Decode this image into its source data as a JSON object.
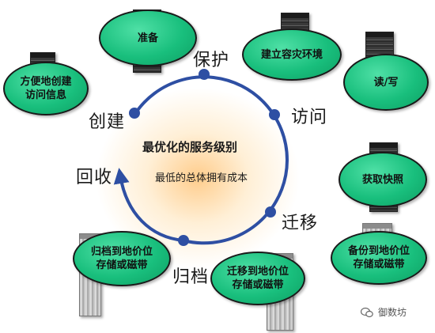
{
  "cycle_nodes": {
    "protect": "保护",
    "access": "访问",
    "migrate": "迁移",
    "archive": "归档",
    "reclaim": "回收",
    "create": "创建"
  },
  "center": {
    "title": "最优化的服务级别",
    "subtitle": "最低的总体拥有成本"
  },
  "bubbles": {
    "prepare": "准备",
    "build_dr": "建立容灾环境",
    "read_write": "读/写",
    "snapshot": "获取快照",
    "backup_tape": [
      "备份到地价位",
      "存储或磁带"
    ],
    "migrate_tape": [
      "迁移到地价位",
      "存储或磁带"
    ],
    "archive_tape": [
      "归档到地价位",
      "存储或磁带"
    ],
    "easy_create": [
      "方便地创建",
      "访问信息"
    ]
  },
  "colors": {
    "cycle": "#2e4fa3",
    "bubble": "#19bf7d"
  },
  "watermark": "御数坊"
}
